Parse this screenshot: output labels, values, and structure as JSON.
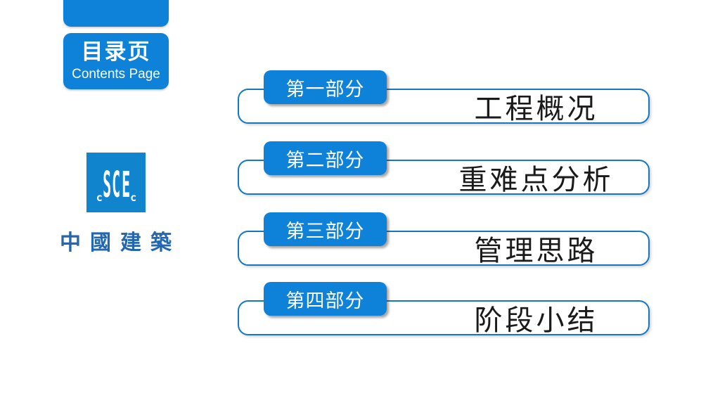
{
  "header": {
    "title_cn": "目录页",
    "title_en": "Contents Page"
  },
  "logo": {
    "letters": [
      "c",
      "S",
      "C",
      "E",
      "c"
    ],
    "company": "中國建築"
  },
  "toc": [
    {
      "part": "第一部分",
      "title": "工程概况"
    },
    {
      "part": "第二部分",
      "title": "重难点分析"
    },
    {
      "part": "第三部分",
      "title": "管理思路"
    },
    {
      "part": "第四部分",
      "title": "阶段小结"
    }
  ],
  "colors": {
    "primary_blue": "#0d82d8",
    "bar_border_blue": "#1377c5",
    "logo_blue": "#1184ce",
    "company_text_blue": "#2467ae",
    "title_text": "#1a1a1a",
    "background": "#ffffff"
  }
}
